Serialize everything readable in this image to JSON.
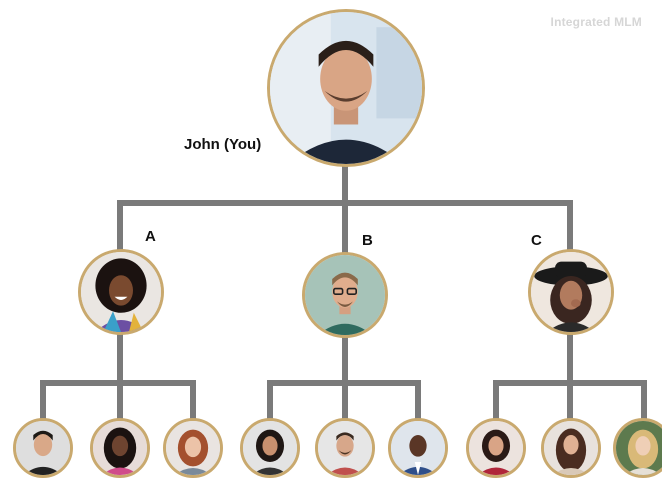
{
  "brand": {
    "watermark": "Integrated MLM"
  },
  "root": {
    "label": "John (You)",
    "photo_icon": "man-smiling-portrait"
  },
  "branches": [
    {
      "label": "A",
      "photo_icon": "woman-curly-hair-portrait",
      "children": [
        "man-portrait",
        "woman-braids-portrait",
        "woman-redhead-portrait"
      ]
    },
    {
      "label": "B",
      "photo_icon": "man-glasses-portrait",
      "children": [
        "woman-dark-hair-portrait",
        "man-beard-portrait",
        "man-suit-portrait"
      ]
    },
    {
      "label": "C",
      "photo_icon": "woman-hat-portrait",
      "children": [
        "woman-smiling-portrait",
        "woman-long-hair-portrait",
        "woman-blonde-portrait"
      ]
    }
  ],
  "colors": {
    "connector": "#7a7a7a",
    "ring": "#c9a96e"
  }
}
